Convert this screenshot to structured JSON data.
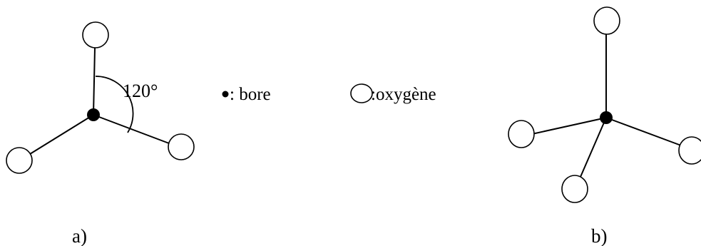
{
  "angle_label": "120°",
  "legend": {
    "boron_label": ": bore",
    "oxygen_label": ":oxygène"
  },
  "panel_labels": {
    "a": "a)",
    "b": "b)"
  },
  "colors": {
    "line": "#000000",
    "boron_fill": "#000000",
    "oxygen_fill": "#ffffff"
  }
}
